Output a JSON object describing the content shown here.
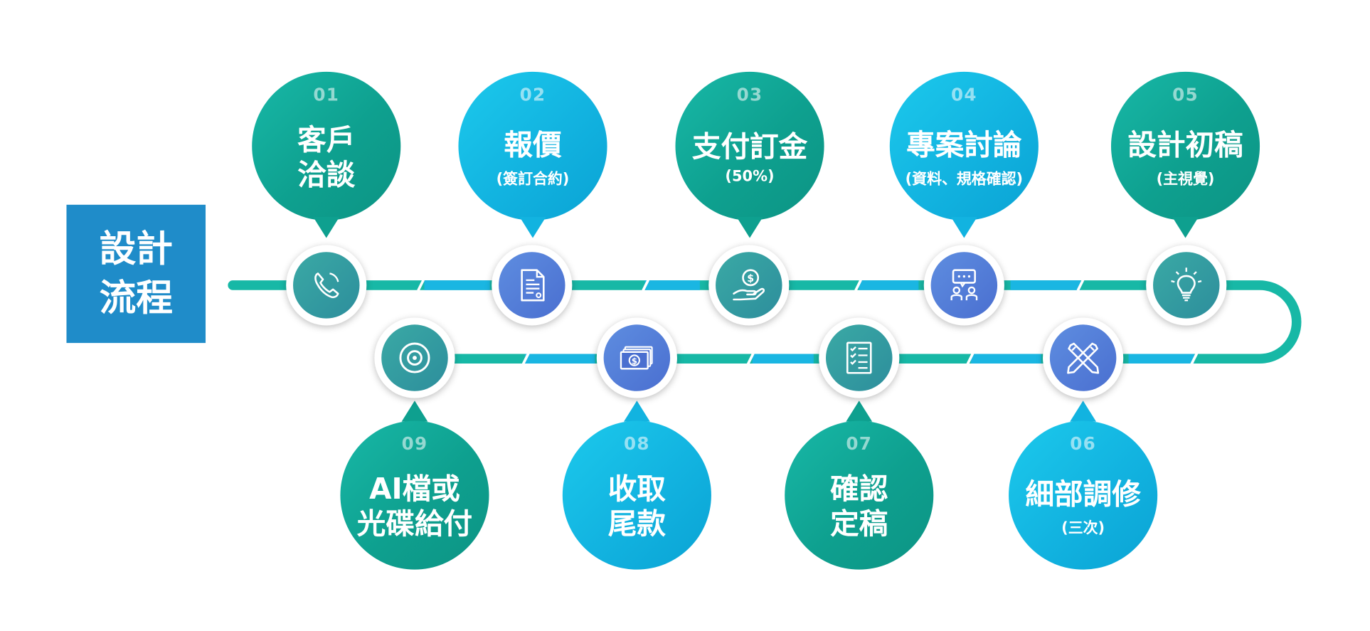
{
  "title": {
    "line1": "設計",
    "line2": "流程"
  },
  "steps": [
    {
      "num": "01",
      "line1": "客戶",
      "line2": "洽談",
      "sub": ""
    },
    {
      "num": "02",
      "line1": "報價",
      "line2": "",
      "sub": "(簽訂合約)"
    },
    {
      "num": "03",
      "line1": "支付訂金",
      "line2": "",
      "sub": "(50%)"
    },
    {
      "num": "04",
      "line1": "專案討論",
      "line2": "",
      "sub": "(資料、規格確認)"
    },
    {
      "num": "05",
      "line1": "設計初稿",
      "line2": "",
      "sub": "(主視覺)"
    },
    {
      "num": "06",
      "line1": "細部調修",
      "line2": "",
      "sub": "(三次)"
    },
    {
      "num": "07",
      "line1": "確認",
      "line2": "定稿",
      "sub": ""
    },
    {
      "num": "08",
      "line1": "收取",
      "line2": "尾款",
      "sub": ""
    },
    {
      "num": "09",
      "line1": "AI檔或",
      "line2": "光碟給付",
      "sub": ""
    }
  ],
  "icons": [
    "phone-icon",
    "document-icon",
    "payment-hand-icon",
    "discussion-icon",
    "lightbulb-icon",
    "pen-pencil-icon",
    "checklist-icon",
    "money-stack-icon",
    "disc-icon"
  ],
  "colors": {
    "teal": "#0ea08f",
    "blue": "#12b3e0",
    "title_bg": "#1f8cc9",
    "track_teal": "#17b8a6",
    "track_blue": "#1ab6e2"
  }
}
